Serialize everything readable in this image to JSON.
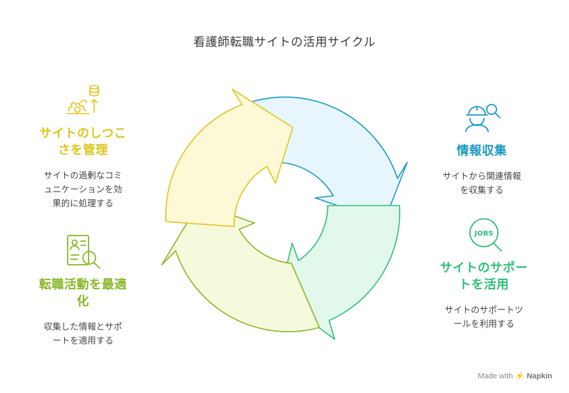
{
  "title": "看護師転職サイトの活用サイクル",
  "colors": {
    "yellow": "#e0c51c",
    "blue": "#1b9ac4",
    "green": "#2fbf78",
    "lime": "#8ab628"
  },
  "steps": [
    {
      "id": "info",
      "heading": "情報収集",
      "desc_lines": [
        "サイトから関連情報",
        "を収集する"
      ],
      "icon": "worker-search-icon"
    },
    {
      "id": "tools",
      "heading_lines": [
        "サイトのサポー",
        "トを活用"
      ],
      "desc_lines": [
        "サイトのサポートツ",
        "ールを利用する"
      ],
      "icon": "jobs-search-icon"
    },
    {
      "id": "optimize",
      "heading_lines": [
        "転職活動を最適",
        "化"
      ],
      "desc_lines": [
        "収集した情報とサポ",
        "ートを適用する"
      ],
      "icon": "resume-search-icon"
    },
    {
      "id": "manage",
      "heading_lines": [
        "サイトのしつこ",
        "さを管理"
      ],
      "desc_lines": [
        "サイトの過剰なコミ",
        "ュニケーションを効",
        "果的に処理する"
      ],
      "icon": "gear-database-icon"
    }
  ],
  "footer": {
    "made_with": "Made with",
    "brand": "Napkin"
  }
}
